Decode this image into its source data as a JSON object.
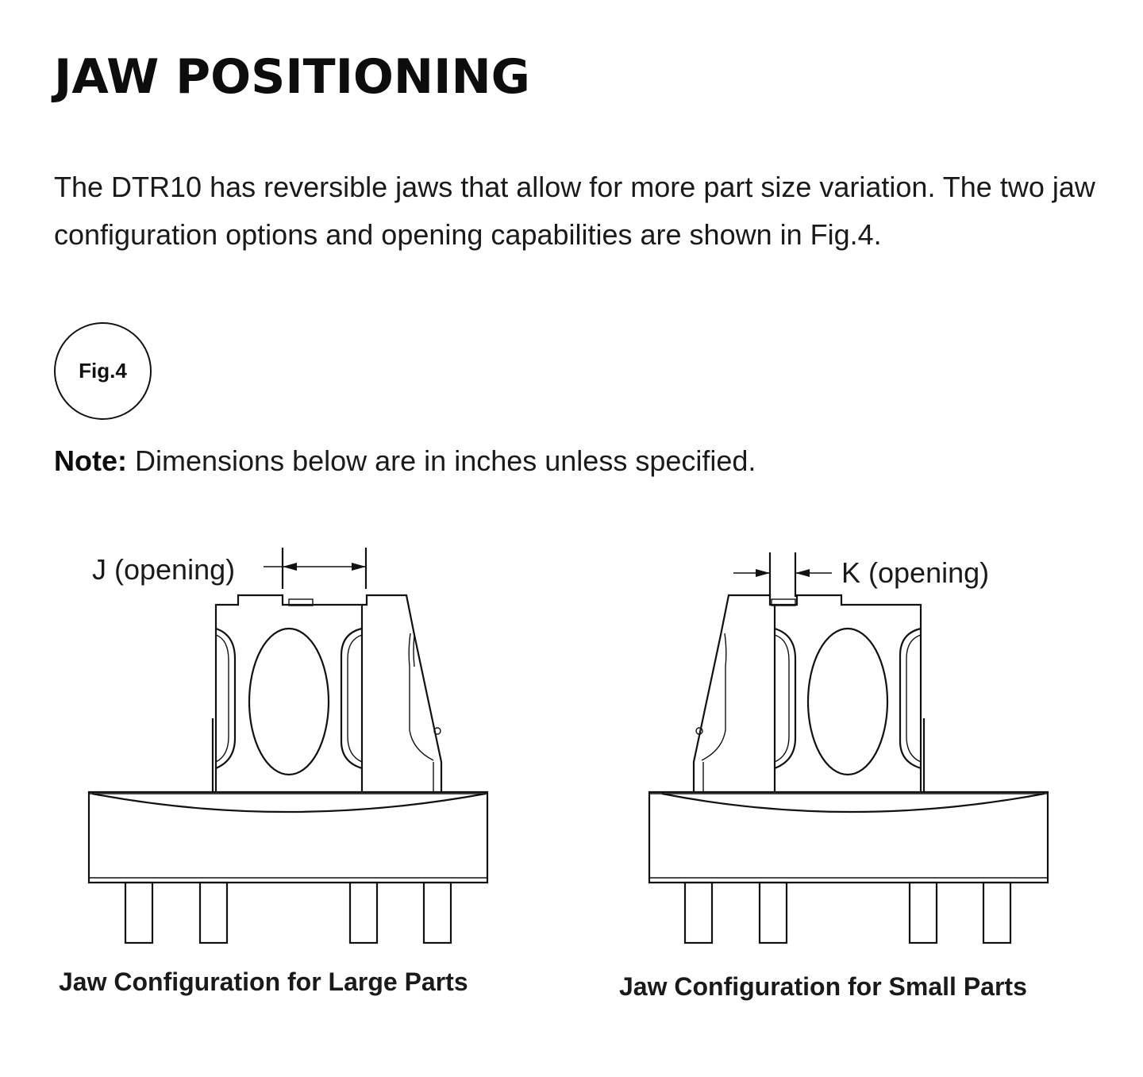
{
  "heading": "JAW POSITIONING",
  "intro": "The DTR10 has reversible jaws that allow for more part size variation. The two jaw configuration options and opening capabilities are shown in Fig.4.",
  "figure_badge": "Fig.4",
  "note": {
    "label": "Note:",
    "text": " Dimensions below are in inches unless specified."
  },
  "diagrams": {
    "large": {
      "dimension_label": "J (opening)",
      "caption": "Jaw Configuration for Large Parts"
    },
    "small": {
      "dimension_label": "K (opening)",
      "caption": "Jaw Configuration for Small Parts"
    }
  }
}
